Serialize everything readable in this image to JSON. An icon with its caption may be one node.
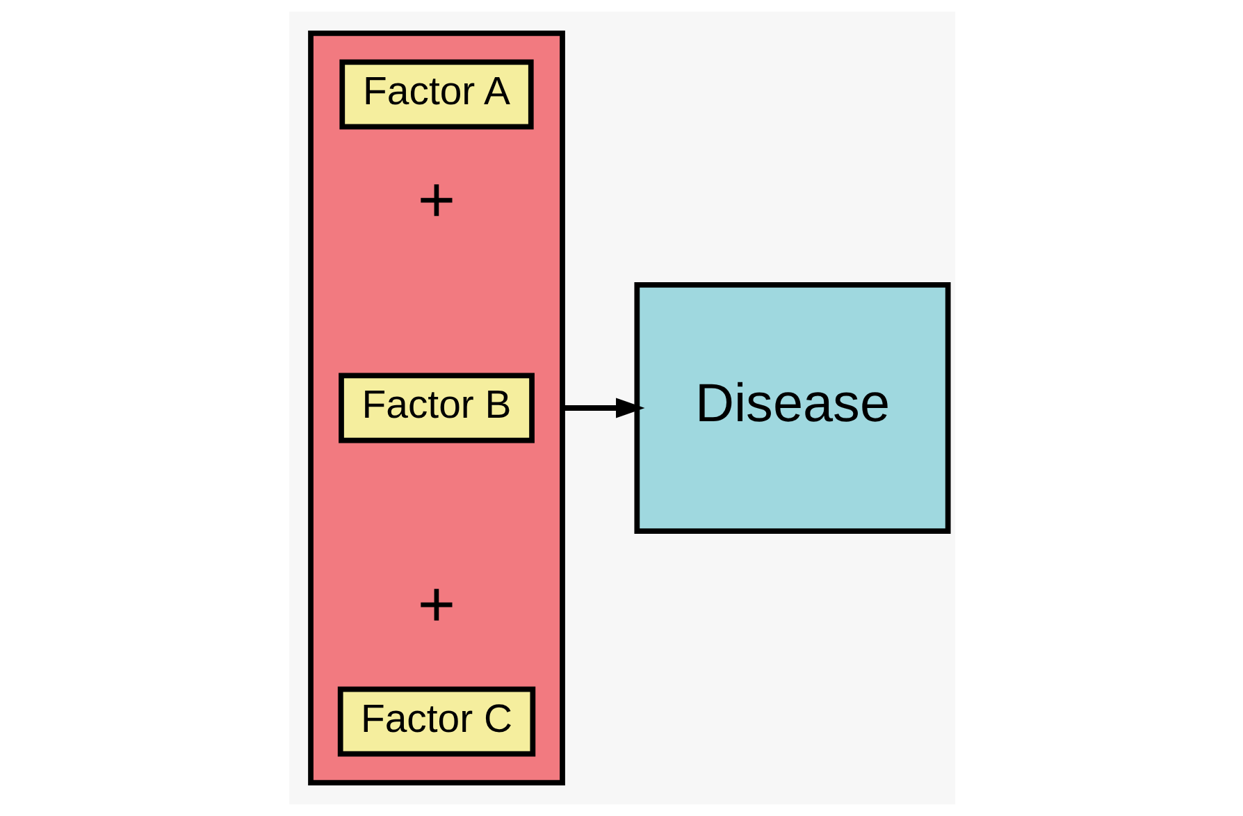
{
  "diagram": {
    "nodes": [
      {
        "text": [],
        "shape": "box"
      },
      {
        "text": [
          "Factor A"
        ],
        "in": 0
      },
      {
        "text": [
          "Factor B"
        ],
        "in": 0
      },
      {
        "text": [
          "Factor C"
        ],
        "in": 0
      },
      {
        "text": [
          "Disease"
        ]
      }
    ],
    "edges": [
      {
        "from": 0,
        "to": 4,
        "arrow": "to"
      }
    ],
    "labels": [
      "+",
      "+"
    ]
  }
}
